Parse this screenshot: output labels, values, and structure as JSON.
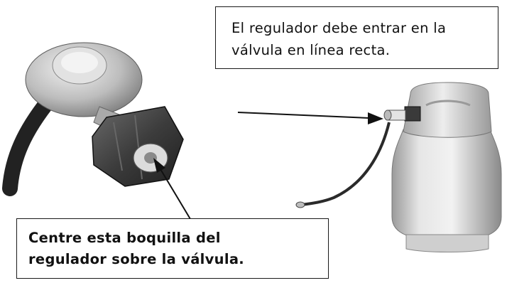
{
  "callout_straight": {
    "line1": "El regulador debe entrar en la",
    "line2": "válvula en línea recta."
  },
  "callout_center": {
    "line1": "Centre esta boquilla del",
    "line2": "regulador sobre la válvula."
  },
  "colors": {
    "outline": "#1a1a1a",
    "hose": "#222222",
    "metal": "#c9c9c9",
    "tank": "#d8d8d8"
  }
}
